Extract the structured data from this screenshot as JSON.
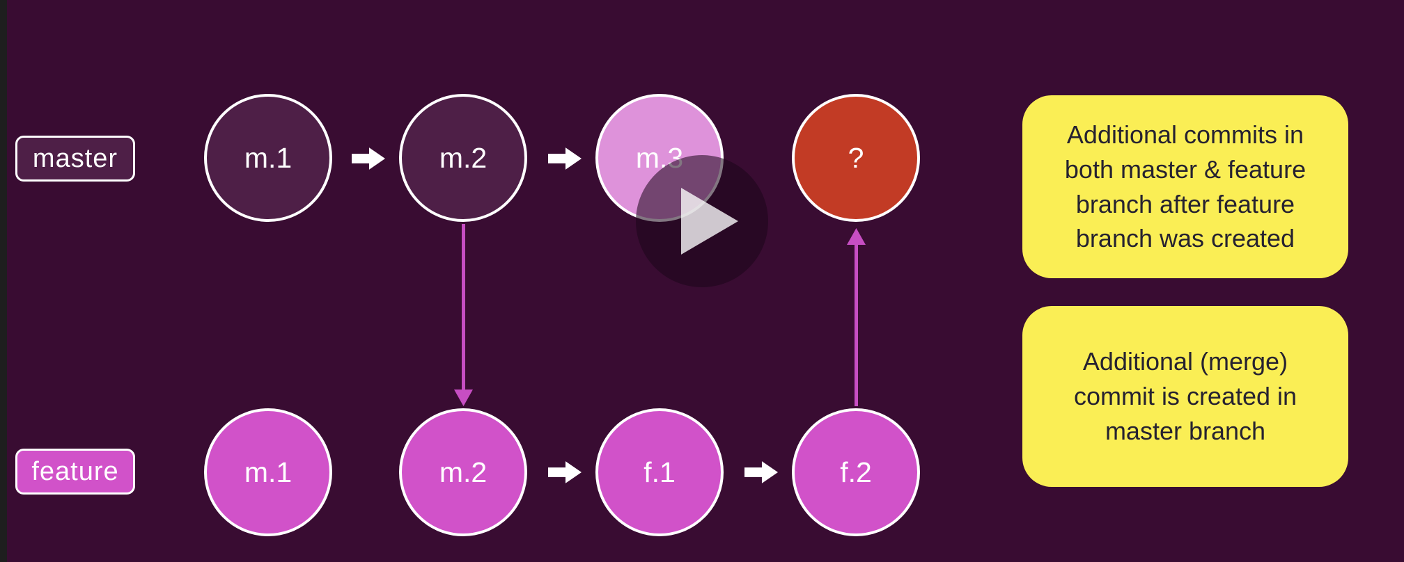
{
  "colors": {
    "background": "#390c32",
    "edge_strip": "#1e1e1e",
    "master_commit_fill": "#4e1f47",
    "feature_commit_fill": "#d152c9",
    "highlight_commit_fill": "#de92da",
    "merge_commit_fill": "#c23b25",
    "arrow": "#ffffff",
    "connector": "#c74ec3",
    "note_bg": "#faee55",
    "note_text": "#262230"
  },
  "branches": {
    "master": {
      "label": "master",
      "commits": [
        {
          "id": "m.1"
        },
        {
          "id": "m.2"
        },
        {
          "id": "m.3"
        },
        {
          "id": "?"
        }
      ]
    },
    "feature": {
      "label": "feature",
      "commits": [
        {
          "id": "m.1"
        },
        {
          "id": "m.2"
        },
        {
          "id": "f.1"
        },
        {
          "id": "f.2"
        }
      ]
    }
  },
  "connectors": [
    {
      "from": "master m.2",
      "to": "feature m.2",
      "direction": "down"
    },
    {
      "from": "feature f.2",
      "to": "master ?",
      "direction": "up"
    }
  ],
  "notes": [
    {
      "text": "Additional commits in both master & feature branch after feature branch was created"
    },
    {
      "text": "Additional (merge) commit is created in master branch"
    }
  ],
  "player": {
    "play_icon": "play-icon"
  }
}
